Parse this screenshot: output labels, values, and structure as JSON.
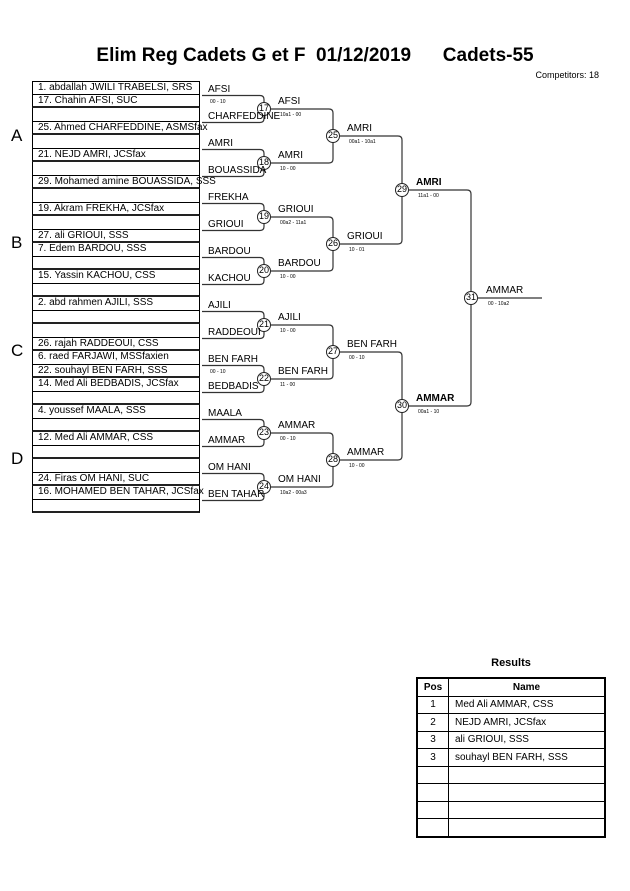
{
  "header": {
    "title": "Elim Reg Cadets G et F  01/12/2019      Cadets-55",
    "competitors": "Competitors: 18"
  },
  "pools": [
    "A",
    "B",
    "C",
    "D"
  ],
  "draw_rows": [
    "1. abdallah JWILI TRABELSI, SRS",
    "17. Chahin AFSI, SUC",
    "",
    "25. Ahmed CHARFEDDINE, ASMSfax",
    "",
    "21. NEJD AMRI, JCSfax",
    "",
    "29. Mohamed amine BOUASSIDA, SSS",
    "",
    "19. Akram FREKHA, JCSfax",
    "",
    "27. ali GRIOUI, SSS",
    "7. Edem BARDOU, SSS",
    "",
    "15. Yassin KACHOU, CSS",
    "",
    "2. abd rahmen AJILI, SSS",
    "",
    "",
    "26. rajah RADDEOUI, CSS",
    "6. raed FARJAWI, MSSfaxien",
    "22. souhayl BEN FARH, SSS",
    "14. Med Ali BEDBADIS, JCSfax",
    "",
    "4. youssef MAALA, SSS",
    "",
    "12. Med Ali AMMAR, CSS",
    "",
    "",
    "24. Firas OM HANI, SUC",
    "16. MOHAMED BEN TAHAR, JCSfax",
    ""
  ],
  "round1": [
    {
      "id": "17",
      "top": "AFSI",
      "bottom": "CHARFEDDINE",
      "score": "00 - 10",
      "winner": "AFSI",
      "winner_score": "10a1 - 00"
    },
    {
      "id": "18",
      "top": "AMRI",
      "bottom": "BOUASSIDA",
      "score": "",
      "winner": "AMRI",
      "winner_score": "10 - 00"
    },
    {
      "id": "19",
      "top": "FREKHA",
      "bottom": "GRIOUI",
      "score": "",
      "winner": "GRIOUI",
      "winner_score": "00a2 - 11a1"
    },
    {
      "id": "20",
      "top": "BARDOU",
      "bottom": "KACHOU",
      "score": "",
      "winner": "BARDOU",
      "winner_score": "10 - 00"
    },
    {
      "id": "21",
      "top": "AJILI",
      "bottom": "RADDEOUI",
      "score": "",
      "winner": "AJILI",
      "winner_score": "10 - 00"
    },
    {
      "id": "22",
      "top": "BEN FARH",
      "bottom": "BEDBADIS",
      "score": "00 - 10",
      "winner": "BEN FARH",
      "winner_score": "11 - 00"
    },
    {
      "id": "23",
      "top": "MAALA",
      "bottom": "AMMAR",
      "score": "",
      "winner": "AMMAR",
      "winner_score": "00 - 10"
    },
    {
      "id": "24",
      "top": "OM HANI",
      "bottom": "BEN TAHAR",
      "score": "",
      "winner": "OM HANI",
      "winner_score": "10a2 - 00a3"
    }
  ],
  "round2": [
    {
      "id": "25",
      "winner": "AMRI",
      "winner_score": "00a1 - 10a1"
    },
    {
      "id": "26",
      "winner": "GRIOUI",
      "winner_score": "10 - 01"
    },
    {
      "id": "27",
      "winner": "BEN FARH",
      "winner_score": "00 - 10"
    },
    {
      "id": "28",
      "winner": "AMMAR",
      "winner_score": "10 - 00"
    }
  ],
  "semis": [
    {
      "id": "29",
      "winner": "AMRI",
      "winner_score": "11a1 - 00"
    },
    {
      "id": "30",
      "winner": "AMMAR",
      "winner_score": "00a1 - 10"
    }
  ],
  "final": {
    "id": "31",
    "winner": "AMMAR",
    "winner_score": "00 - 10a2"
  },
  "results": {
    "title": "Results",
    "headers": [
      "Pos",
      "Name"
    ],
    "rows": [
      {
        "pos": "1",
        "name": "Med Ali AMMAR, CSS"
      },
      {
        "pos": "2",
        "name": "NEJD AMRI, JCSfax"
      },
      {
        "pos": "3",
        "name": "ali GRIOUI, SSS"
      },
      {
        "pos": "3",
        "name": "souhayl BEN FARH, SSS"
      },
      {
        "pos": "",
        "name": ""
      },
      {
        "pos": "",
        "name": ""
      },
      {
        "pos": "",
        "name": ""
      },
      {
        "pos": "",
        "name": ""
      }
    ]
  }
}
